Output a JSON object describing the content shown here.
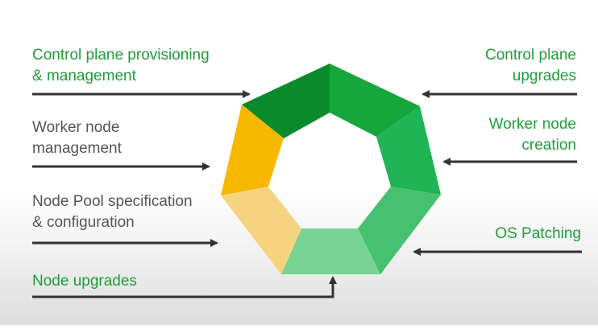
{
  "colors": {
    "label_green": "#1e9e3a",
    "label_gray": "#555555",
    "arrow": "#333333",
    "segment_top_left": "#0b8a2b",
    "segment_top_right": "#16a63c",
    "segment_right_upper": "#1fb455",
    "segment_right_lower": "#47c06f",
    "segment_bottom": "#78d495",
    "segment_left_lower": "#f6d47f",
    "segment_left_upper": "#f7b800"
  },
  "labels": {
    "control_plane_provisioning": {
      "line1": "Control plane provisioning",
      "line2": "& management"
    },
    "worker_node_management": {
      "line1": "Worker node",
      "line2": "management"
    },
    "node_pool_spec": {
      "line1": "Node Pool specification",
      "line2": "& configuration"
    },
    "node_upgrades": {
      "line1": "Node upgrades"
    },
    "control_plane_upgrades": {
      "line1": "Control plane",
      "line2": "upgrades"
    },
    "worker_node_creation": {
      "line1": "Worker node",
      "line2": "creation"
    },
    "os_patching": {
      "line1": "OS Patching"
    }
  }
}
